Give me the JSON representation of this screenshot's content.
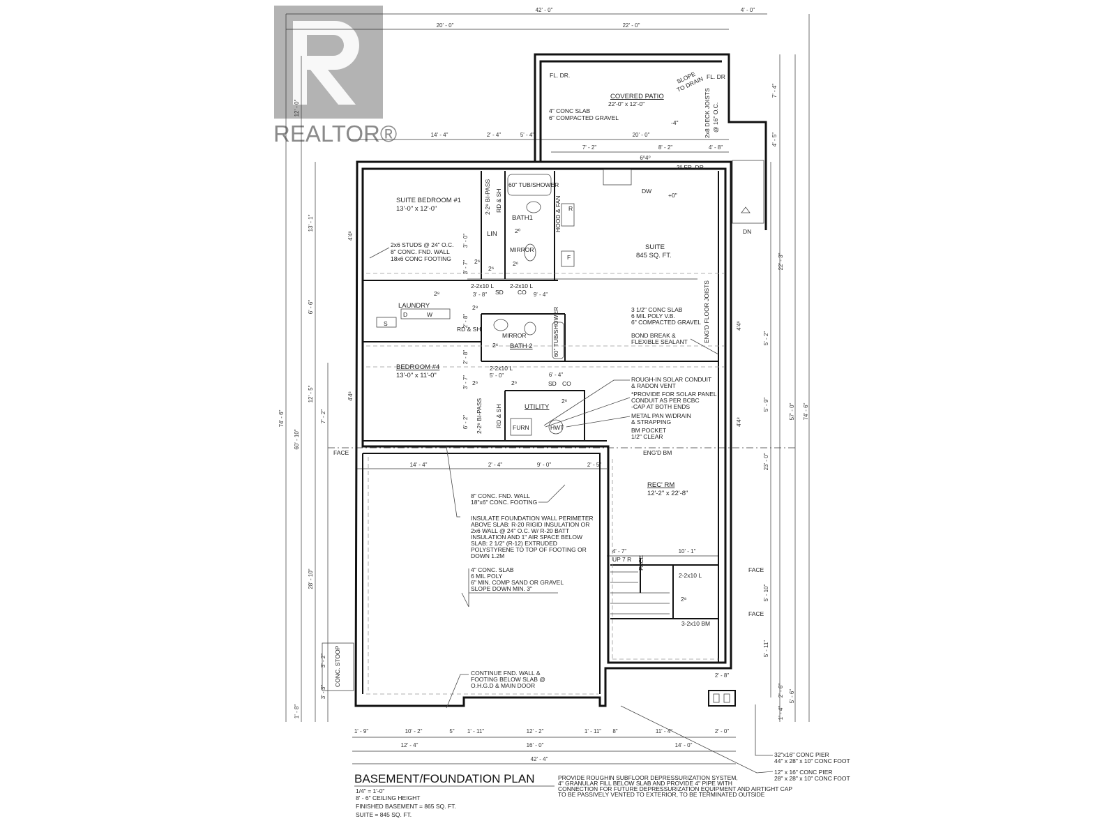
{
  "logo": {
    "text": "REALTOR®"
  },
  "title": {
    "heading": "BASEMENT/FOUNDATION PLAN",
    "scale": "1/4\" = 1'-0\"",
    "ceiling": "8' - 6\" CEILING HEIGHT",
    "finished": "FINISHED BASEMENT = 865 SQ. FT.",
    "suite": "SUITE = 845 SQ. FT.",
    "note": [
      "PROVIDE ROUGHIN SUBFLOOR DEPRESSURIZATION SYSTEM,",
      "4\" GRANULAR FILL BELOW SLAB AND PROVIDE 4\" PIPE WITH",
      "CONNECTION FOR FUTURE DEPRESSURIZATION EQUIPMENT AND AIRTIGHT CAP",
      "TO BE PASSIVELY VENTED TO EXTERIOR, TO BE TERMINATED OUTSIDE"
    ]
  },
  "rooms": {
    "patio": [
      "COVERED PATIO",
      "22'-0\" x 12'-0\""
    ],
    "bed1": [
      "SUITE BEDROOM #1",
      "13'-0\" x 12'-0\""
    ],
    "bath1": "BATH1",
    "lin": "LIN",
    "mirror1": "MIRROR",
    "laundry": "LAUNDRY",
    "bath2": "BATH 2",
    "mirror2": "MIRROR",
    "bed4": [
      "BEDROOM #4",
      "13'-0\" x 11'-0\""
    ],
    "utility": "UTILITY",
    "furn": "FURN",
    "hwt": "HWT",
    "suite": [
      "SUITE",
      "845 SQ. FT."
    ],
    "rec": [
      "REC' RM",
      "12'-2\" x 22'-8\""
    ]
  },
  "fixtures": [
    "FL. DR.",
    "FL. DR",
    "SLOPE",
    "TO DRAIN",
    "-4\"",
    "DW",
    "+0\"",
    "3⁰ FR. DR.",
    "60\" TUB/SHOWER",
    "60\" TUB/SHOWER",
    "HOOD & FAN",
    "R",
    "F",
    "RD & SH",
    "RD & SH",
    "RD & SH",
    "2-2⁹ BI-PASS",
    "2-2⁹ BI-PASS",
    "D",
    "W",
    "S",
    "2-2x10 L",
    "2-2x10 L",
    "2-2x10 L",
    "2-2x10 L",
    "3-2x10 BM",
    "SD",
    "CO",
    "SD",
    "CO",
    "ENG'D FLOOR JOISTS",
    "ENG'D BM",
    "UP 7 R",
    "FACE",
    "FACE",
    "FACE",
    "FACE",
    "DN",
    "CONC. STOOP",
    "2⁰",
    "2⁶",
    "2⁶",
    "2⁶",
    "2⁸",
    "2⁸",
    "2⁶",
    "2⁶",
    "2⁶",
    "2⁸",
    "2⁶"
  ],
  "notes": {
    "studs": [
      "2x6 STUDS @ 24\" O.C.",
      "8\" CONC. FND. WALL",
      "18x6 CONC FOOTING"
    ],
    "patio_slab": [
      "4\" CONC SLAB",
      "6\" COMPACTED GRAVEL"
    ],
    "deck": [
      "2x8 DECK JOISTS",
      "@ 16\" O.C."
    ],
    "suite_slab": [
      "3 1/2\" CONC SLAB",
      "6 MIL POLY V.B.",
      "6\" COMPACTED GRAVEL"
    ],
    "bond": [
      "BOND BREAK &",
      "FLEXIBLE SEALANT"
    ],
    "solar": [
      "ROUGH-IN SOLAR CONDUIT",
      "& RADON VENT",
      "*PROVIDE FOR SOLAR PANEL",
      "CONDUIT AS PER BCBC",
      "-CAP AT BOTH ENDS",
      "METAL PAN W/DRAIN",
      "& STRAPPING",
      "BM POCKET",
      "1/2\" CLEAR"
    ],
    "fnd": [
      "8\" CONC. FND. WALL",
      "18\"x6\" CONC. FOOTING"
    ],
    "insulate": [
      "INSULATE FOUNDATION WALL PERIMETER",
      "ABOVE SLAB: R-20 RIGID INSULATION OR",
      "2x6 WALL @ 24\" O.C. W/ R-20 BATT",
      "INSULATION AND 1\" AIR SPACE BELOW",
      "SLAB: 2 1/2\" (R-12) EXTRUDED",
      "POLYSTYRENE TO TOP OF FOOTING OR",
      "DOWN 1.2M"
    ],
    "garage_slab": [
      "4\" CONC. SLAB",
      "6 MIL POLY",
      "6\" MIN. COMP SAND OR GRAVEL",
      "SLOPE DOWN MIN. 3\""
    ],
    "continue": [
      "CONTINUE FND. WALL &",
      "FOOTING BELOW SLAB @",
      "O.H.G.D & MAIN DOOR"
    ],
    "pier1": [
      "32\"x16\" CONC PIER",
      "44\" x 28\" x 10\" CONC FOOT"
    ],
    "pier2": [
      "12\" x 16\" CONC PIER",
      "28\" x 28\" x 10\" CONC FOOT"
    ]
  },
  "dims": {
    "top": [
      "42' - 0\"",
      "4' - 0\"",
      "20' - 0\"",
      "22' - 0\"",
      "14' - 4\"",
      "2' - 4\"",
      "5' - 4\"",
      "20' - 0\"",
      "7' - 2\"",
      "8' - 2\"",
      "4' - 8\"",
      "6⁰4⁰"
    ],
    "left": [
      "12' - 0\"",
      "13' - 1\"",
      "6' - 6\"",
      "12' - 5\"",
      "74' - 6\"",
      "60' - 10\"",
      "28' - 10\"",
      "1' - 8\"",
      "7' - 2\"",
      "3' - 2\"",
      "3' - 3\"",
      "4'4⁸",
      "4'4⁸"
    ],
    "right": [
      "7' - 4\"",
      "4' - 5\"",
      "22' - 3\"",
      "5' - 2\"",
      "5' - 9\"",
      "23' - 0\"",
      "5' - 10\"",
      "5' - 11\"",
      "2' - 6\"",
      "5' - 6\"",
      "1' - 4\"",
      "57' - 0\"",
      "74' - 6\"",
      "4'4⁸",
      "4'4⁸"
    ],
    "inner": [
      "3' - 0\"",
      "3' - 7\"",
      "3' - 8\"",
      "9' - 4\"",
      "2' - 8\"",
      "2' - 8\"",
      "5' - 0\"",
      "6' - 4\"",
      "3' - 7\"",
      "6' - 2\"",
      "14' - 4\"",
      "2' - 4\"",
      "9' - 0\"",
      "2' - 5\"",
      "4' - 7\"",
      "10' - 1\"",
      "2' - 8\""
    ],
    "bottom": [
      "1' - 9\"",
      "10' - 2\"",
      "5\"",
      "1' - 11\"",
      "12' - 2\"",
      "1' - 11\"",
      "8\"",
      "11' - 4\"",
      "2' - 0\"",
      "12' - 4\"",
      "16' - 0\"",
      "14' - 0\"",
      "42' - 4\""
    ]
  }
}
